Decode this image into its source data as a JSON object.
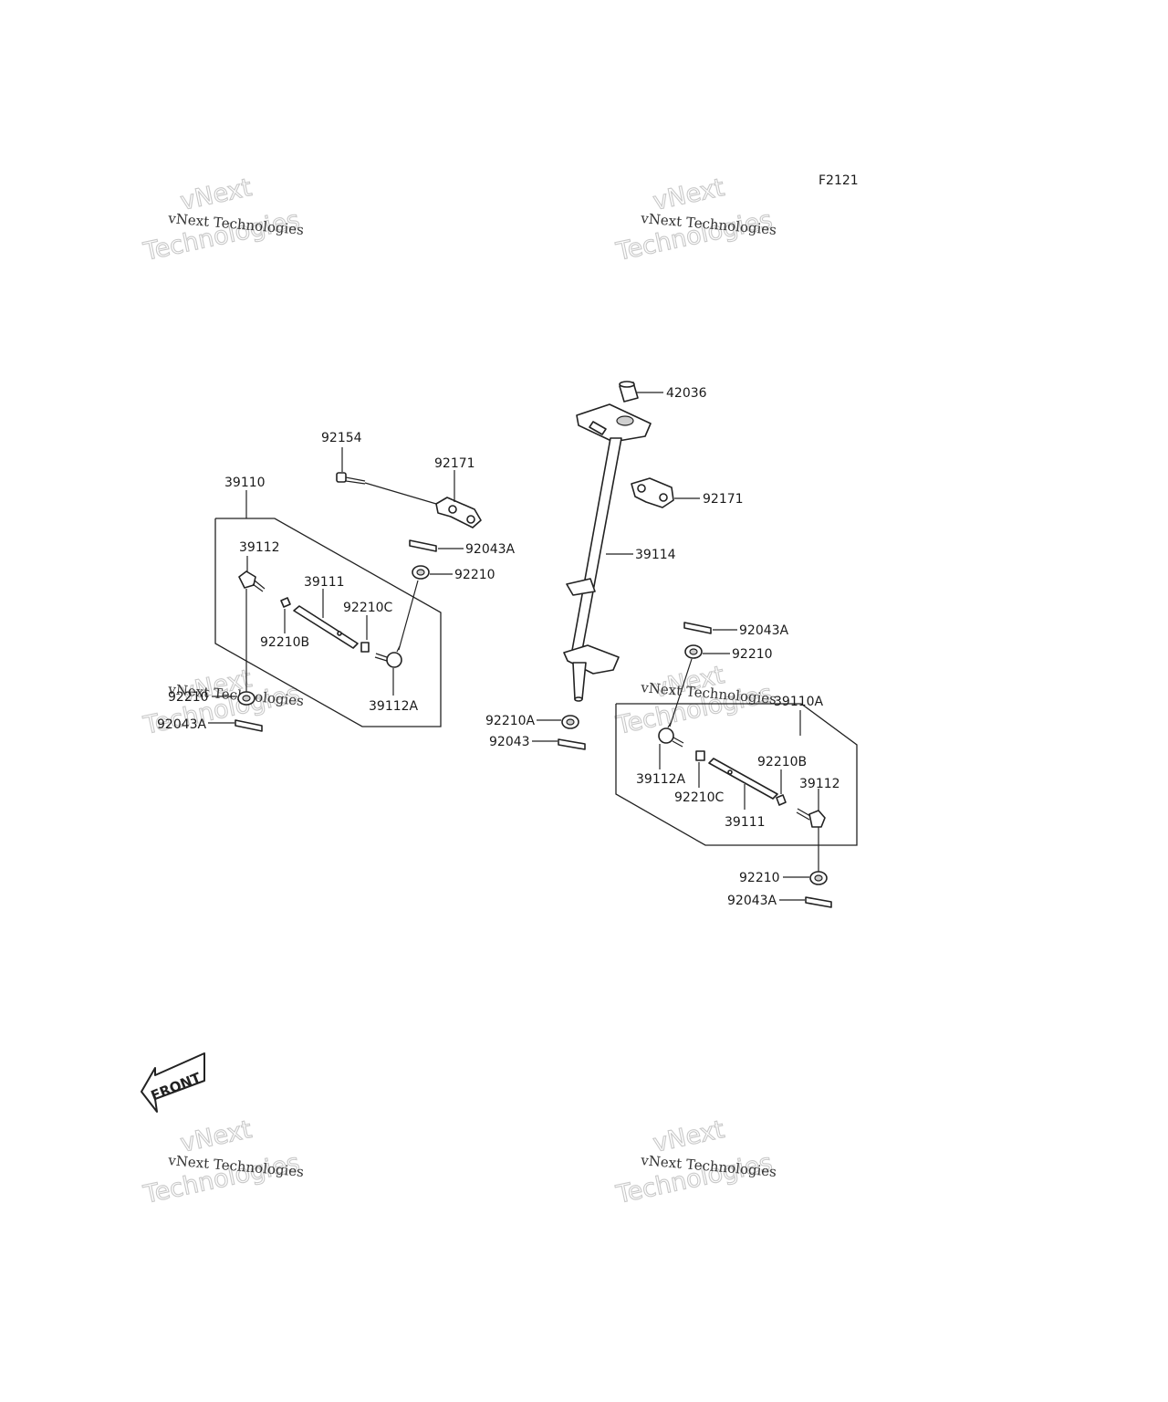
{
  "diagram_code": "F2121",
  "watermark": {
    "line1": "vNext Technologies",
    "line2": "vNext",
    "line3": "Technologies"
  },
  "front_label": "FRONT",
  "left_assembly": {
    "group": "39110",
    "labels": {
      "bolt": "92154",
      "holder": "92171",
      "cotter_upper": "92043A",
      "nut_upper": "92210",
      "tie_rod_end": "39112",
      "rod": "39111",
      "nut_c": "92210C",
      "nut_b": "92210B",
      "tie_rod_end_a": "39112A",
      "nut_lower": "92210",
      "cotter_lower": "92043A"
    }
  },
  "center_assembly": {
    "labels": {
      "bushing": "42036",
      "holder": "92171",
      "shaft": "39114",
      "nut_a": "92210A",
      "cotter": "92043"
    }
  },
  "right_assembly": {
    "group": "39110A",
    "labels": {
      "cotter_upper": "92043A",
      "nut_upper": "92210",
      "tie_rod_end_a": "39112A",
      "nut_c": "92210C",
      "nut_b": "92210B",
      "rod": "39111",
      "tie_rod_end": "39112",
      "nut_lower": "92210",
      "cotter_lower": "92043A"
    }
  }
}
